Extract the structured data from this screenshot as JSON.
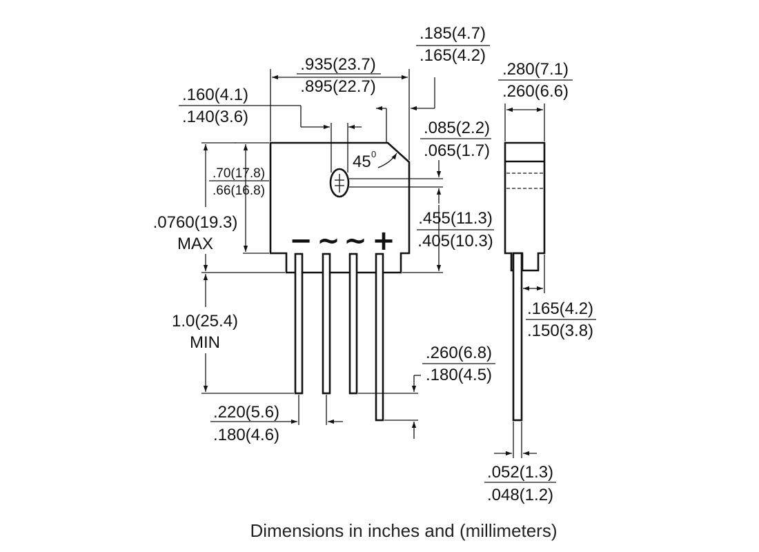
{
  "dimensions": {
    "body_width": {
      "top": ".935(23.7)",
      "bottom": ".895(22.7)"
    },
    "top_offset": {
      "top": ".185(4.7)",
      "bottom": ".165(4.2)"
    },
    "hole_diameter": {
      "top": ".160(4.1)",
      "bottom": ".140(3.6)"
    },
    "chamfer_angle": "45",
    "chamfer_angle_unit": "0",
    "hole_position": {
      "top": ".085(2.2)",
      "bottom": ".065(1.7)"
    },
    "hole_height": {
      "top": ".70(17.8)",
      "bottom": ".66(16.8)"
    },
    "total_height": {
      "line1": ".0760(19.3)",
      "line2": "MAX"
    },
    "body_height": {
      "top": ".455(11.3)",
      "bottom": ".405(10.3)"
    },
    "lead_length": {
      "line1": "1.0(25.4)",
      "line2": "MIN"
    },
    "lead_spacing": {
      "top": ".220(5.6)",
      "bottom": ".180(4.6)"
    },
    "lead_offset": {
      "top": ".260(6.8)",
      "bottom": ".180(4.5)"
    },
    "side_thickness": {
      "top": ".280(7.1)",
      "bottom": ".260(6.6)"
    },
    "side_lead_offset": {
      "top": ".165(4.2)",
      "bottom": ".150(3.8)"
    },
    "lead_thickness": {
      "top": ".052(1.3)",
      "bottom": ".048(1.2)"
    }
  },
  "pin_symbols": [
    "−",
    "~",
    "~",
    "+"
  ],
  "caption": "Dimensions in inches and (millimeters)"
}
